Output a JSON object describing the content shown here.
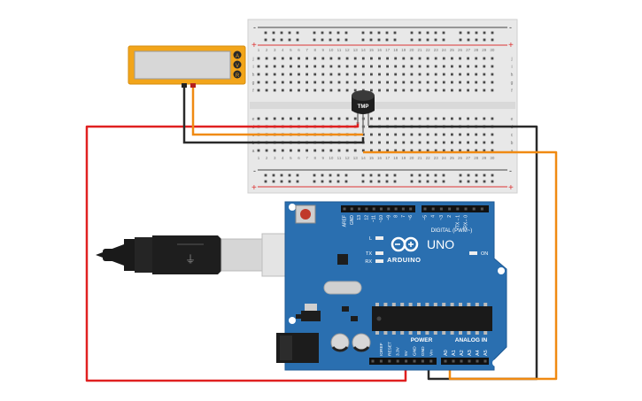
{
  "meter": {
    "terminals": [
      "A",
      "V",
      "R"
    ],
    "reading": ""
  },
  "sensor": {
    "label": "TMP"
  },
  "breadboard": {
    "rail_plus": "+",
    "rail_minus": "-",
    "row_letters_top": [
      "j",
      "i",
      "h",
      "g",
      "f"
    ],
    "row_letters_bottom": [
      "e",
      "d",
      "c",
      "b",
      "a"
    ],
    "column_numbers": [
      "1",
      "2",
      "3",
      "4",
      "5",
      "6",
      "7",
      "8",
      "9",
      "10",
      "11",
      "12",
      "13",
      "14",
      "15",
      "16",
      "17",
      "18",
      "19",
      "20",
      "21",
      "22",
      "23",
      "24",
      "25",
      "26",
      "27",
      "28",
      "29",
      "30"
    ]
  },
  "arduino": {
    "brand": "ARDUINO",
    "model": "UNO",
    "digital_label": "DIGITAL (PWM~)",
    "power_label": "POWER",
    "analog_label": "ANALOG IN",
    "on_label": "ON",
    "led_labels": [
      "L",
      "TX",
      "RX"
    ],
    "top_pins": [
      "AREF",
      "GND",
      "13",
      "12",
      "~11",
      "~10",
      "~9",
      "8",
      "7",
      "~6",
      "~5",
      "4",
      "~3",
      "2",
      "TX→1",
      "RX←0"
    ],
    "power_pins": [
      "IOREF",
      "RESET",
      "3.3V",
      "5V",
      "GND",
      "GND",
      "Vin"
    ],
    "analog_pins": [
      "A0",
      "A1",
      "A2",
      "A3",
      "A4",
      "A5"
    ]
  },
  "colors": {
    "board_blue": "#2a6fb0",
    "wire_red": "#e02020",
    "wire_black": "#2a2a2a",
    "wire_orange": "#f08a12",
    "meter_frame": "#f2a51a"
  },
  "icons": [
    "usb-cable-icon",
    "infinity-logo-icon"
  ]
}
